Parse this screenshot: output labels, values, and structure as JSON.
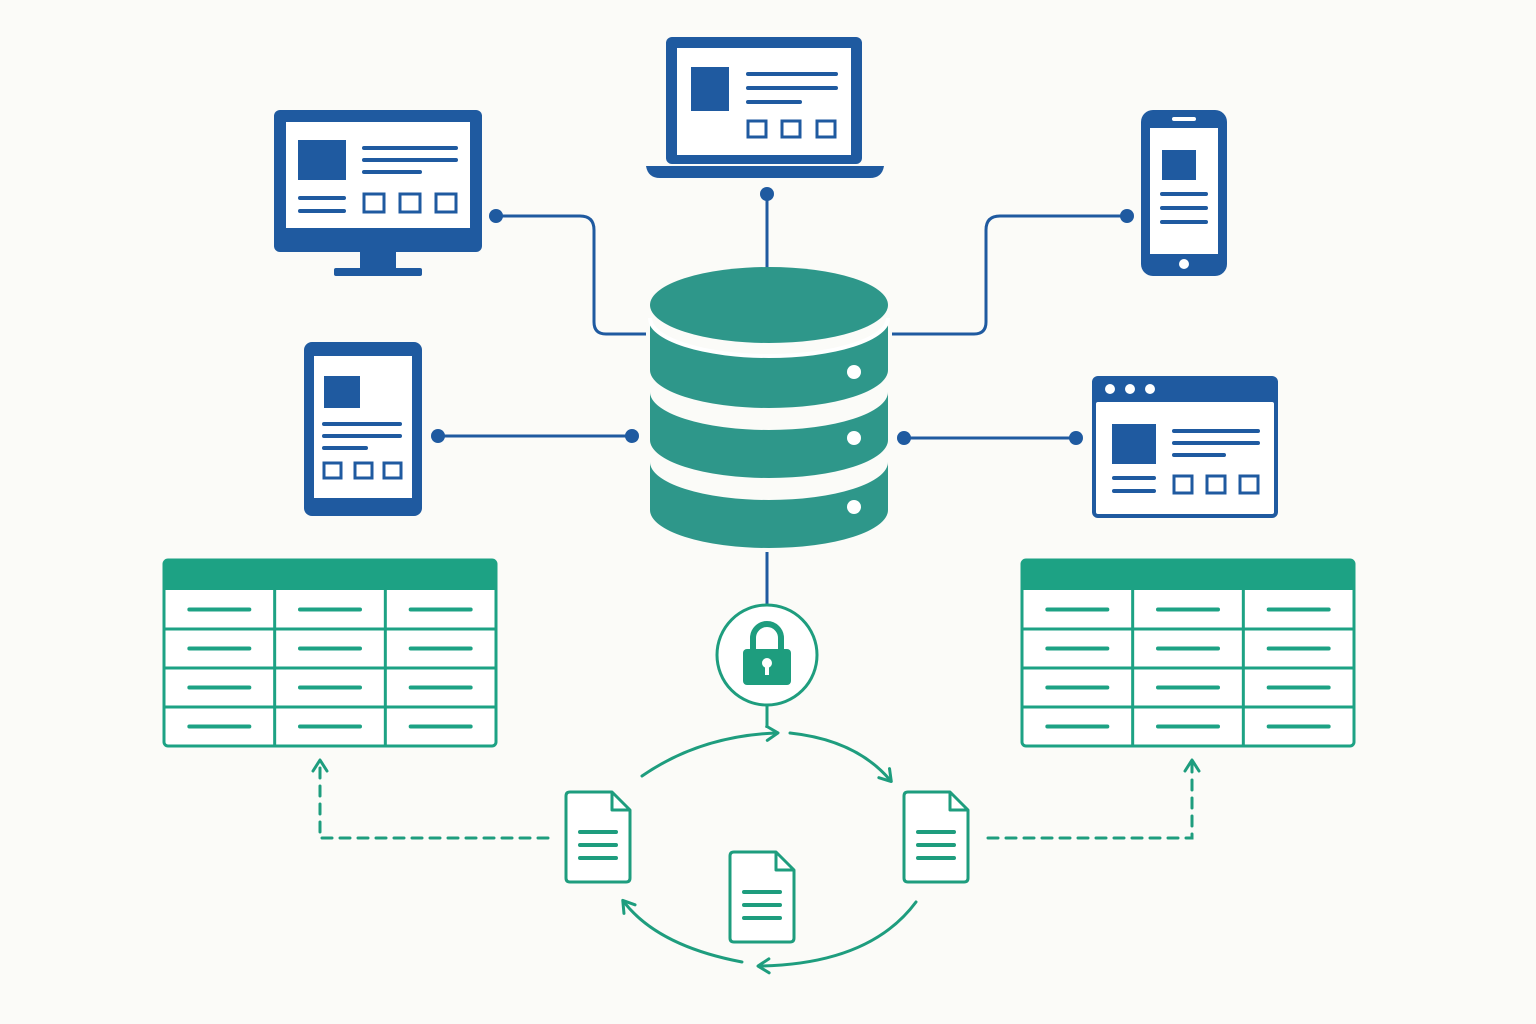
{
  "colors": {
    "background": "#fbfbf8",
    "device_blue": "#1f5aa0",
    "database_teal": "#2e978a",
    "table_green": "#1da284",
    "flow_green": "#1e9d7e",
    "white": "#ffffff"
  },
  "nodes": {
    "database": {
      "icon": "database-icon"
    },
    "clients": [
      {
        "id": "desktop",
        "icon": "desktop-monitor-icon"
      },
      {
        "id": "laptop",
        "icon": "laptop-icon"
      },
      {
        "id": "phone",
        "icon": "smartphone-icon"
      },
      {
        "id": "tablet",
        "icon": "tablet-icon"
      },
      {
        "id": "browser",
        "icon": "browser-window-icon"
      }
    ],
    "tables": [
      {
        "id": "table-left",
        "icon": "data-table-icon",
        "columns": 3,
        "rows": 4
      },
      {
        "id": "table-right",
        "icon": "data-table-icon",
        "columns": 3,
        "rows": 4
      }
    ],
    "lock": {
      "icon": "padlock-icon"
    },
    "documents": [
      {
        "id": "doc-left",
        "icon": "document-icon"
      },
      {
        "id": "doc-right",
        "icon": "document-icon"
      },
      {
        "id": "doc-bottom",
        "icon": "document-icon"
      }
    ]
  },
  "connections": [
    {
      "from": "desktop",
      "to": "database",
      "style": "solid"
    },
    {
      "from": "laptop",
      "to": "database",
      "style": "solid"
    },
    {
      "from": "phone",
      "to": "database",
      "style": "solid"
    },
    {
      "from": "tablet",
      "to": "database",
      "style": "solid"
    },
    {
      "from": "browser",
      "to": "database",
      "style": "solid"
    },
    {
      "from": "database",
      "to": "lock",
      "style": "solid"
    },
    {
      "from": "lock",
      "to": "sync-cycle",
      "style": "arrow"
    },
    {
      "from": "doc-left",
      "to": "table-left",
      "style": "dashed-arrow"
    },
    {
      "from": "doc-right",
      "to": "table-right",
      "style": "dashed-arrow"
    }
  ],
  "sync_cycle": {
    "direction": "clockwise",
    "arrows": 4
  }
}
